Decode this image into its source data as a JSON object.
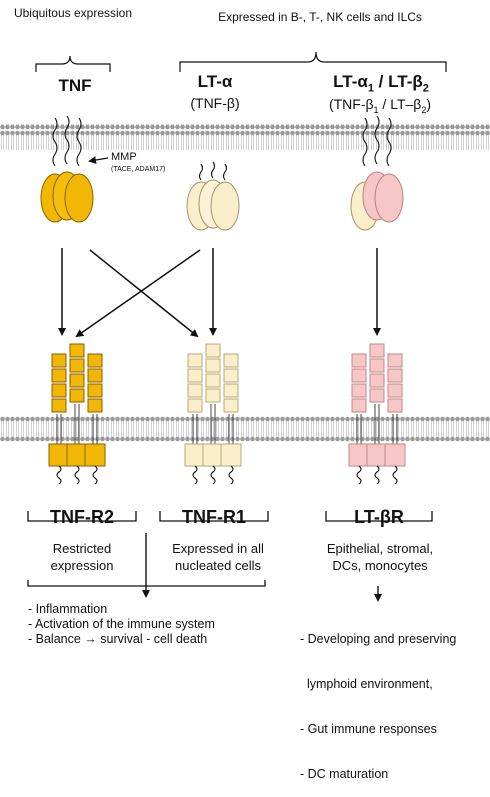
{
  "header": {
    "ubiquitous": "Ubiquitous expression",
    "expressed_in": "Expressed in B-, T-, NK cells and ILCs"
  },
  "ligands": {
    "tnf": {
      "name": "TNF"
    },
    "lta": {
      "name": "LT-α",
      "alias": "(TNF-β)"
    },
    "lta1b2": {
      "name_parts": [
        "LT-α",
        "1",
        " / LT-β",
        "2"
      ],
      "alias_parts": [
        "(TNF-β",
        "1",
        " / LT–β",
        "2",
        ")"
      ]
    }
  },
  "mmp": {
    "label": "MMP",
    "detail": "(TACE, ADAM17)"
  },
  "receptors": {
    "tnfr2": {
      "name": "TNF-R2",
      "desc": "Restricted expression"
    },
    "tnfr1": {
      "name": "TNF-R1",
      "desc": "Expressed in all nucleated cells"
    },
    "ltbr": {
      "name": "LT-βR",
      "desc": "Epithelial, stromal, DCs, monocytes"
    }
  },
  "outcomes": {
    "left": [
      "- Inflammation",
      "- Activation of the immune system",
      "- Balance → survival - cell death"
    ],
    "right": [
      "- Developing and preserving",
      "  lymphoid environment,",
      "- Gut immune responses",
      "- DC maturation"
    ]
  },
  "colors": {
    "tnf": "#f2b705",
    "tnf_dark": "#c88a00",
    "lta": "#fbeecb",
    "lta_stroke": "#b8a878",
    "ltb": "#f7c6c6",
    "ltb_stroke": "#c08a8a",
    "membrane": "#9a9a9a"
  }
}
